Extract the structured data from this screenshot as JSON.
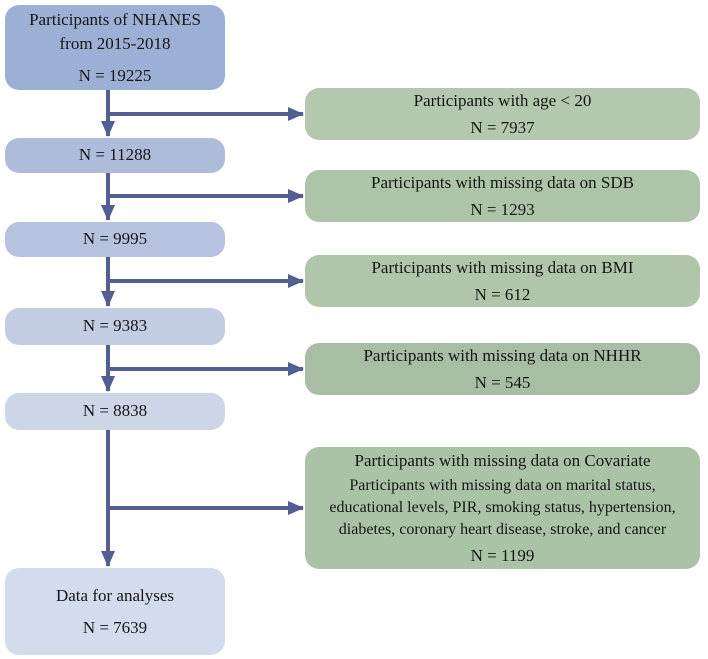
{
  "diagram": {
    "type": "participant-flowchart",
    "arrow_color": "#515f91",
    "main_flow": [
      {
        "label": "Participants of NHANES from 2015-2018",
        "n": "N = 19225",
        "color": "#9cb0d6"
      },
      {
        "n": "N = 11288",
        "color": "#aebbd9"
      },
      {
        "n": "N = 9995",
        "color": "#b7c3de"
      },
      {
        "n": "N = 9383",
        "color": "#c2cce3"
      },
      {
        "n": "N = 8838",
        "color": "#cdd6e7"
      },
      {
        "label": "Data for analyses",
        "n": "N = 7639",
        "color": "#d3dcec"
      }
    ],
    "exclusions": [
      {
        "label": "Participants with age < 20",
        "n": "N = 7937",
        "color": "#b3c8ae"
      },
      {
        "label": "Participants with missing data on SDB",
        "n": "N = 1293",
        "color": "#aec4a8"
      },
      {
        "label": "Participants with missing data on BMI",
        "n": "N = 612",
        "color": "#b0c5aa"
      },
      {
        "label": "Participants with missing data on NHHR",
        "n": "N = 545",
        "color": "#a7bda4"
      },
      {
        "label": "Participants with missing data on Covariate",
        "sublabel": "Participants with missing data on marital status, educational levels, PIR, smoking status, hypertension, diabetes, coronary heart disease, stroke, and cancer",
        "n": "N = 1199",
        "color": "#aac3a6"
      }
    ]
  }
}
